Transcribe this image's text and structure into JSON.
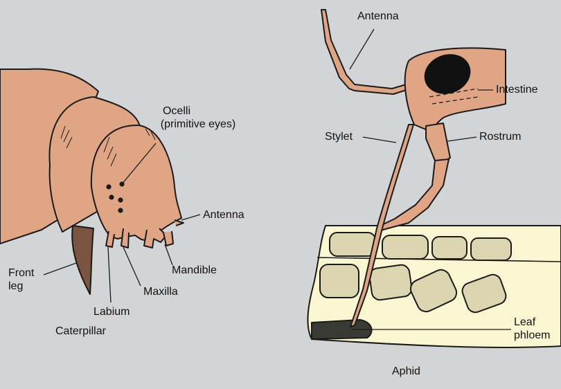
{
  "caterpillar": {
    "caption": "Caterpillar",
    "labels": {
      "ocelli_line1": "Ocelli",
      "ocelli_line2": "(primitive eyes)",
      "antenna": "Antenna",
      "front_line1": "Front",
      "front_line2": "leg",
      "mandible": "Mandible",
      "maxilla": "Maxilla",
      "labium": "Labium"
    }
  },
  "aphid": {
    "caption": "Aphid",
    "labels": {
      "antenna": "Antenna",
      "intestine": "Intestine",
      "stylet": "Stylet",
      "rostrum": "Rostrum",
      "leaf_line1": "Leaf",
      "leaf_line2": "phloem"
    }
  },
  "colors": {
    "background": "#d3d4d6",
    "body": "#e0a584",
    "leg": "#7a5341",
    "leaf": "#fbf6d2",
    "cell": "#dcd6b0",
    "outline": "#1a1a1a"
  }
}
